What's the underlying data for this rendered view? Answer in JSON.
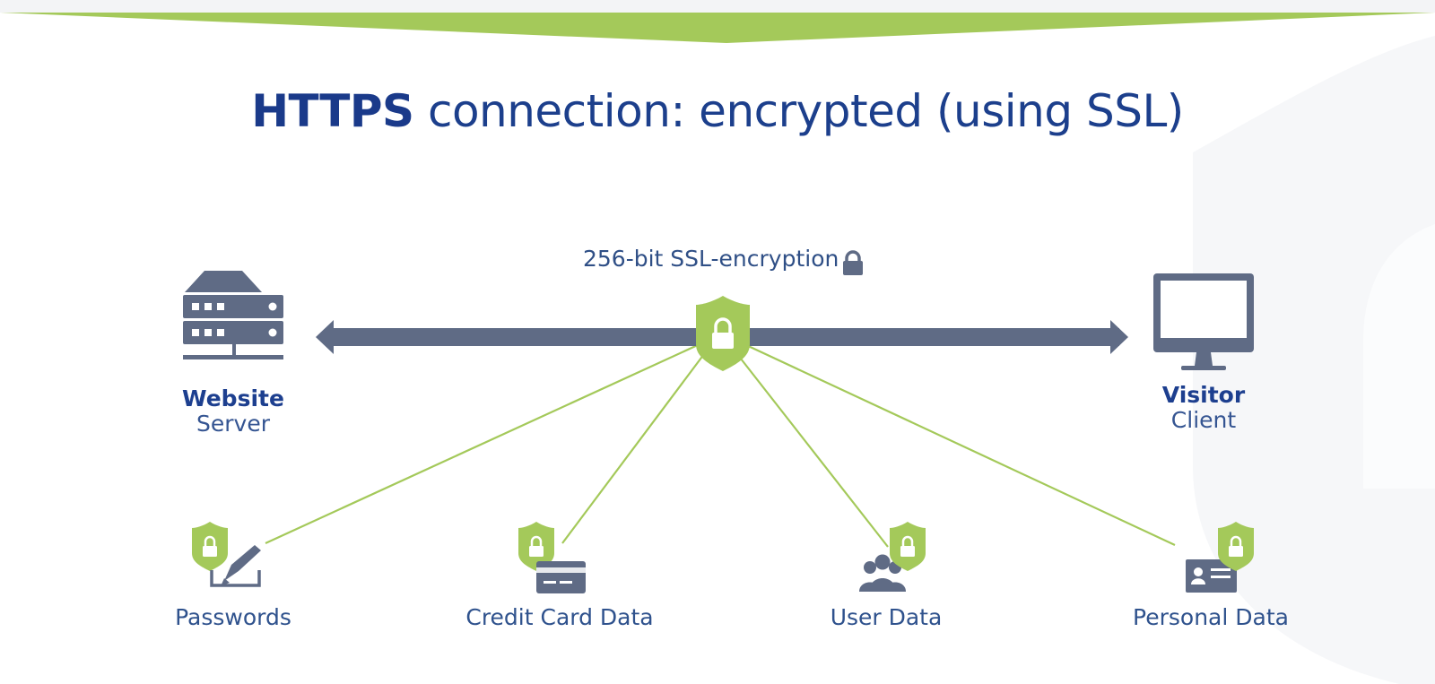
{
  "title": {
    "bold": "HTTPS",
    "rest": " connection: encrypted (using SSL)"
  },
  "encryption_label": "256-bit SSL-encryption",
  "server": {
    "title": "Website",
    "subtitle": "Server",
    "icon": "server-icon"
  },
  "client": {
    "title": "Visitor",
    "subtitle": "Client",
    "icon": "monitor-icon"
  },
  "data_items": [
    {
      "label": "Passwords",
      "icon": "pen-signature-icon"
    },
    {
      "label": "Credit Card Data",
      "icon": "credit-card-icon"
    },
    {
      "label": "User Data",
      "icon": "user-group-icon"
    },
    {
      "label": "Personal Data",
      "icon": "id-card-icon"
    }
  ],
  "colors": {
    "green": "#a4c95a",
    "slate": "#5f6b85",
    "navy": "#1c3f8c",
    "text_blue": "#2f528d"
  }
}
